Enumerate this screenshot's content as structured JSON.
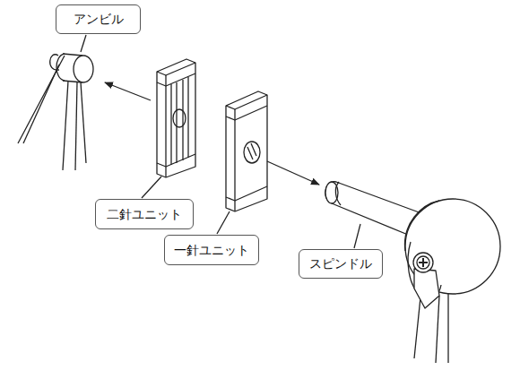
{
  "diagram": {
    "nodes": [
      {
        "text": [
          "アンビル"
        ]
      },
      {
        "text": [
          "二針ユニット"
        ]
      },
      {
        "text": [
          "一針ユニット"
        ]
      },
      {
        "text": [
          "スピンドル"
        ]
      }
    ]
  }
}
